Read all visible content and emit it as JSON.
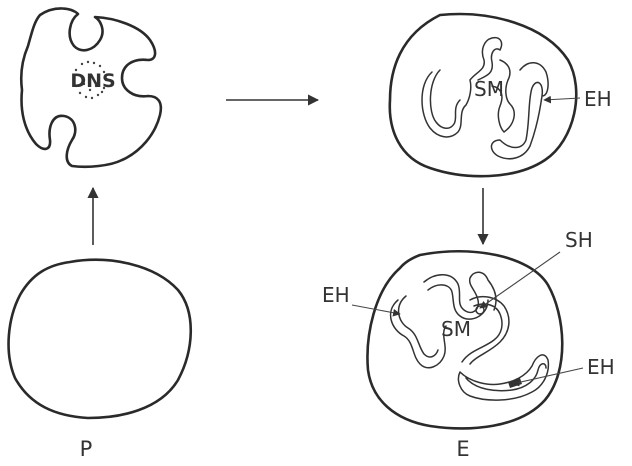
{
  "labels": {
    "dns": "DNS",
    "sm_top": "SM",
    "eh_top": "EH",
    "sh": "SH",
    "eh_left": "EH",
    "sm_bottom": "SM",
    "eh_right": "EH",
    "p": "P",
    "e": "E"
  },
  "colors": {
    "line": "#2a2a2a",
    "text": "#333333",
    "background": "#ffffff"
  }
}
